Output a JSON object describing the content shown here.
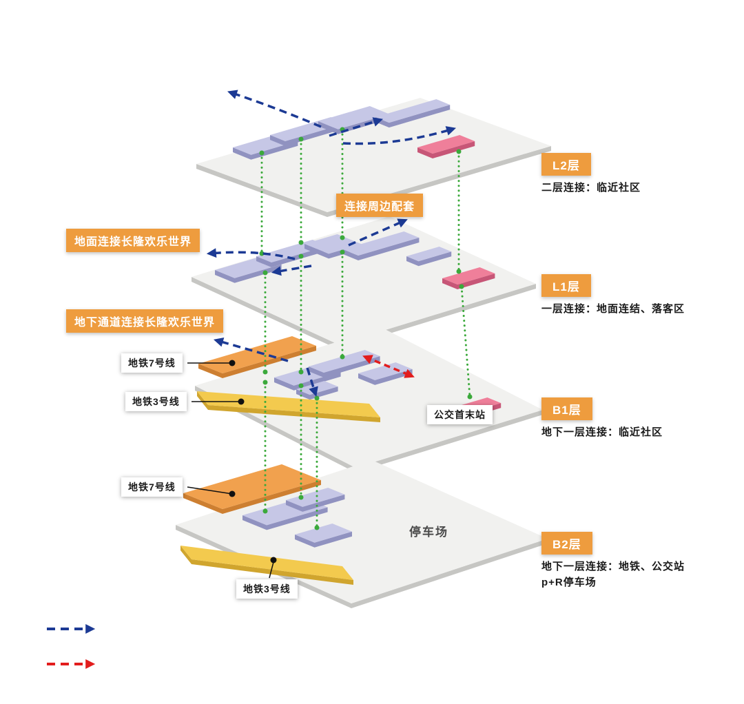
{
  "diagram": {
    "type": "exploded-axonometric-building-levels",
    "levels": [
      {
        "id": "L2",
        "tag": "L2层",
        "desc": "二层连接：临近社区"
      },
      {
        "id": "L1",
        "tag": "L1层",
        "desc": "一层连接：地面连结、落客区"
      },
      {
        "id": "B1",
        "tag": "B1层",
        "desc": "地下一层连接：临近社区"
      },
      {
        "id": "B2",
        "tag": "B2层",
        "desc": "地下一层连接：地铁、公交站",
        "desc2": "p+R停车场"
      }
    ],
    "annotations": {
      "connect_surrounding": "连接周边配套",
      "ground_link": "地面连接长隆欢乐世界",
      "underground_link": "地下通道连接长隆欢乐世界",
      "bus_terminal": "公交首末站",
      "parking": "停车场",
      "metro_line7": "地铁7号线",
      "metro_line3": "地铁3号线"
    },
    "legend": [
      {
        "icon": "blue-dashed-arrow",
        "color": "#1c3a94"
      },
      {
        "icon": "red-dashed-arrow",
        "color": "#e21d1d"
      }
    ],
    "colors": {
      "accent_orange": "#ee9c3e",
      "building_lavender": "#c6c7e6",
      "building_pink": "#ef7f9a",
      "metro7_orange": "#f1a14e",
      "metro3_yellow": "#f3ca4e",
      "connector_green": "#3ba93b",
      "flow_blue": "#1c3a94",
      "flow_red": "#e21d1d",
      "plate_gray": "#f1f1ef"
    }
  }
}
